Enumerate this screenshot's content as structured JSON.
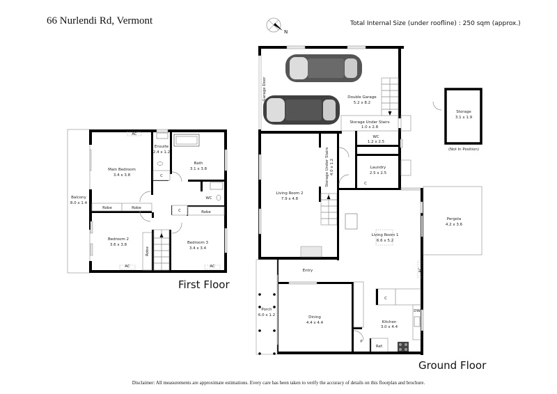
{
  "header": {
    "address": "66 Nurlendi Rd, Vermont",
    "total_size": "Total Internal Size (under roofline) :  250 sqm (approx.)",
    "compass_label": "N"
  },
  "floors": {
    "first_floor": {
      "label": "First Floor",
      "rooms": [
        {
          "name": "Main Bedroom",
          "dims": "3.4 x 3.8"
        },
        {
          "name": "Ensuite",
          "dims": "2.4 x 1.2"
        },
        {
          "name": "Bath",
          "dims": "3.1 x 3.8"
        },
        {
          "name": "Balcony",
          "dims": "8.0 x 1.4"
        },
        {
          "name": "Bedroom 2",
          "dims": "3.6 x 3.8"
        },
        {
          "name": "Bedroom 3",
          "dims": "3.4 x 3.4"
        }
      ],
      "fixtures": {
        "ac": "AC",
        "robe": "Robe",
        "cupboard": "C",
        "wc": "WC"
      }
    },
    "ground_floor": {
      "label": "Ground Floor",
      "rooms": [
        {
          "name": "Double Garage",
          "dims": "5.2 x 8.2"
        },
        {
          "name": "Storage Under Stairs",
          "dims": "1.0 x 2.8"
        },
        {
          "name": "WC",
          "dims": "1.2 x 2.5"
        },
        {
          "name": "Laundry",
          "dims": "2.5 x 2.5"
        },
        {
          "name": "Living Room 2",
          "dims": "7.9 x 4.8"
        },
        {
          "name": "Storage Under Stairs",
          "dims": "4.0 x 1.2"
        },
        {
          "name": "Living Room 1",
          "dims": "6.6 x 5.2"
        },
        {
          "name": "Pergola",
          "dims": "4.2 x 3.6"
        },
        {
          "name": "Entry",
          "dims": ""
        },
        {
          "name": "Porch",
          "dims": "6.0 x 1.2"
        },
        {
          "name": "Dining",
          "dims": "4.4 x 4.4"
        },
        {
          "name": "Kitchen",
          "dims": "3.0 x 4.4"
        },
        {
          "name": "Storage",
          "dims": "3.1 x 1.9"
        }
      ],
      "fixtures": {
        "garage_door": "Garage Door",
        "not_in_position": "(Not In Position)",
        "cupboard": "C",
        "dishwasher": "DW",
        "pantry": "P",
        "fridge": "Ref.",
        "ac": "AC"
      }
    }
  },
  "footer": {
    "disclaimer": "Disclaimer: All measurements are approximate estimations. Every care has been taken to verify the accuracy of details on this floorplan and brochure."
  }
}
